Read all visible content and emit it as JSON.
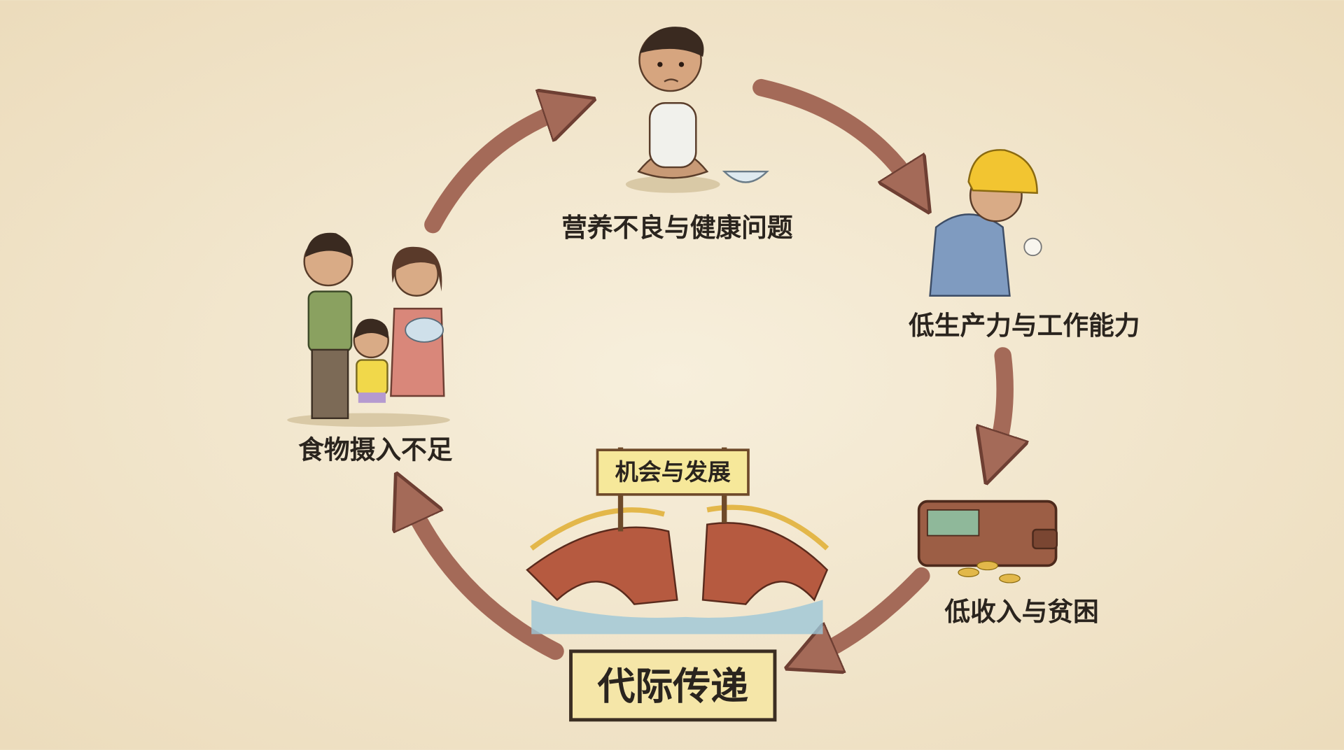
{
  "nodes": {
    "malnutrition": "营养不良与健康问题",
    "low_productivity": "低生产力与工作能力",
    "low_income": "低收入与贫困",
    "intergenerational": "代际传递",
    "food_intake": "食物摄入不足"
  },
  "sign": {
    "text": "机会与发展"
  },
  "colors": {
    "background": "#f3e9d2",
    "arrow": "#a46a58",
    "sign": "#f6e89a"
  }
}
